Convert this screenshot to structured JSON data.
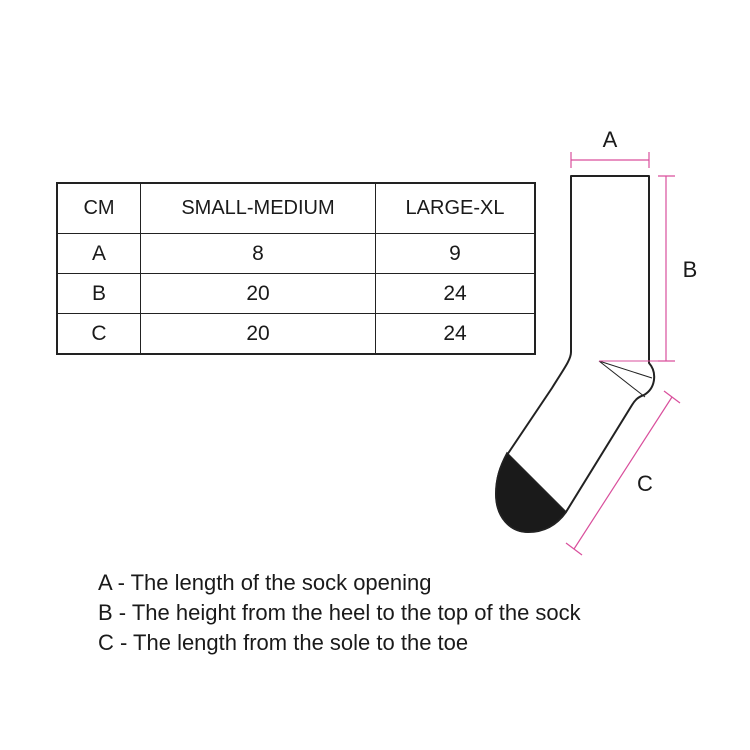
{
  "table": {
    "headers": [
      "CM",
      "SMALL-MEDIUM",
      "LARGE-XL"
    ],
    "rows": [
      [
        "A",
        "8",
        "9"
      ],
      [
        "B",
        "20",
        "24"
      ],
      [
        "C",
        "20",
        "24"
      ]
    ]
  },
  "diagram": {
    "label_a": "A",
    "label_b": "B",
    "label_c": "C",
    "outline_color": "#222222",
    "toe_color": "#1a1a1a",
    "dimension_line_color": "#d94f9c"
  },
  "legend": [
    "A - The length of the sock opening",
    "B - The height from the heel to the top of the sock",
    "C - The length from the sole to the toe"
  ]
}
